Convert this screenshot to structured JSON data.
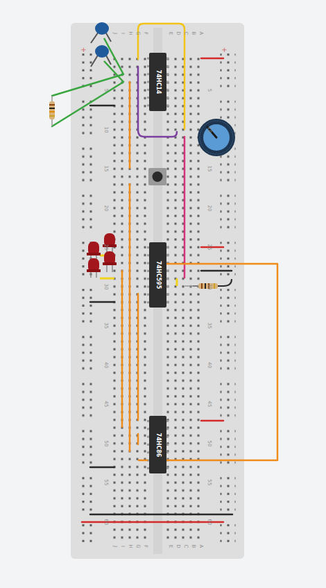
{
  "diagram": {
    "nodes": [
      {
        "text": [
          "74HC14"
        ]
      },
      {
        "text": [
          "74HC595"
        ]
      },
      {
        "text": [
          "74HC86"
        ]
      }
    ],
    "edges": [
      {
        "from": 1,
        "to": 2,
        "arrow": "none"
      }
    ],
    "labels": [
      "J",
      "I",
      "H",
      "G",
      "F",
      "E",
      "D",
      "C",
      "B",
      "A",
      "5",
      "10",
      "15",
      "20",
      "25",
      "30",
      "35",
      "40",
      "45",
      "50",
      "55",
      "60",
      "5",
      "10",
      "15",
      "20",
      "25",
      "30",
      "35",
      "40",
      "45",
      "50",
      "55",
      "60",
      "J",
      "I",
      "H",
      "G",
      "F",
      "E",
      "D",
      "C",
      "B",
      "A",
      "+",
      "+"
    ]
  }
}
